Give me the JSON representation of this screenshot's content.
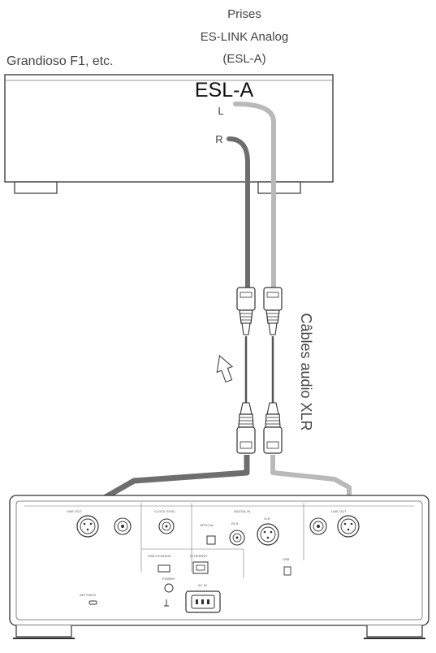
{
  "labels": {
    "device_top": "Grandioso F1, etc.",
    "prises_line1": "Prises",
    "prises_line2": "ES-LINK Analog",
    "prises_line3": "(ESL-A)",
    "esla_heading": "ESL-A",
    "channel_left": "L",
    "channel_right": "R",
    "cable_label": "Câbles audio XLR"
  },
  "panel_labels": {
    "line_out_left": "LINE OUT",
    "line_out_right": "LINE OUT",
    "sync_in": "CLOCK SYNC",
    "digital_in": "DIGITAL IN",
    "optical": "OPTICAL",
    "rca": "RCA",
    "xlr": "XLR",
    "usb_device": "USB",
    "usb_stream": "USB STORAGE",
    "ethernet": "ETHERNET",
    "settings": "SETTINGS",
    "power": "POWER",
    "ac_in": "AC IN"
  },
  "colors": {
    "cable_right": "#6e6e6e",
    "cable_left": "#b9b9b9",
    "outline": "#333333"
  }
}
